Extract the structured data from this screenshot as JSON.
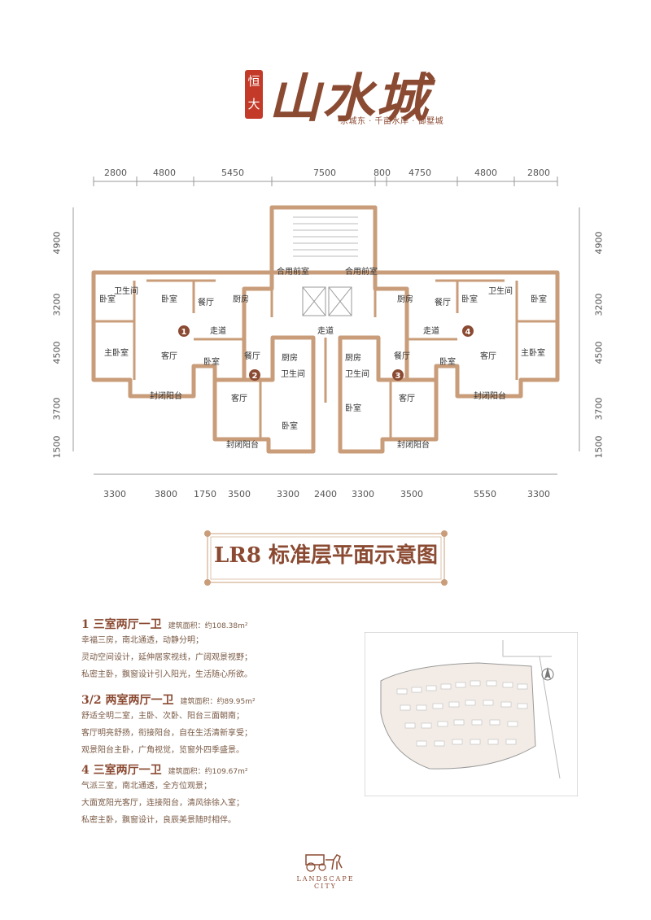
{
  "brand": {
    "seal": "恒大",
    "logo": "山水城",
    "tagline": "京城东 · 千亩水岸 · 御墅城"
  },
  "dims_top": [
    "2800",
    "4800",
    "5450",
    "7500",
    "800",
    "4750",
    "4800",
    "2800"
  ],
  "dims_bottom": [
    "3300",
    "3800",
    "1750",
    "3500",
    "3300",
    "2400",
    "3300",
    "3500",
    "5550",
    "3300"
  ],
  "dims_left": [
    "4900",
    "3200",
    "4500",
    "3700",
    "1500"
  ],
  "dims_right": [
    "4900",
    "3200",
    "4500",
    "3700",
    "1500"
  ],
  "rooms": {
    "bedroom": "卧室",
    "master_bedroom": "主卧室",
    "living": "客厅",
    "dining": "餐厅",
    "kitchen": "厨房",
    "bathroom": "卫生间",
    "corridor": "走道",
    "balcony": "封闭阳台",
    "front_room": "合用前室"
  },
  "unit_markers": [
    "1",
    "2",
    "3",
    "4"
  ],
  "plan_title": "LR8 标准层平面示意图",
  "units": [
    {
      "heading": "1 三室两厅一卫",
      "area": "建筑面积：约108.38m²",
      "lines": [
        "幸福三房，南北通透，动静分明；",
        "灵动空间设计，延伸居家视线，广阔观景视野；",
        "私密主卧，飘窗设计引入阳光，生活随心所欲。"
      ]
    },
    {
      "heading": "3/2 两室两厅一卫",
      "area": "建筑面积：约89.95m²",
      "lines": [
        "舒适全明二室，主卧、次卧、阳台三面朝南；",
        "客厅明亮舒扬，衔接阳台，自在生活清新享受；",
        "观景阳台主卧，广角视觉，览窗外四季盛景。"
      ]
    },
    {
      "heading": "4 三室两厅一卫",
      "area": "建筑面积：约109.67m²",
      "lines": [
        "气派三室，南北通透，全方位观景；",
        "大面宽阳光客厅，连接阳台，清风徐徐入室；",
        "私密主卧，飘窗设计，良辰美景随时相伴。"
      ]
    }
  ],
  "footer": {
    "line1": "LANDSCAPE",
    "line2": "CITY"
  },
  "colors": {
    "brand": "#8b4a32",
    "wall": "#c99d7a",
    "seal": "#c43a28"
  }
}
